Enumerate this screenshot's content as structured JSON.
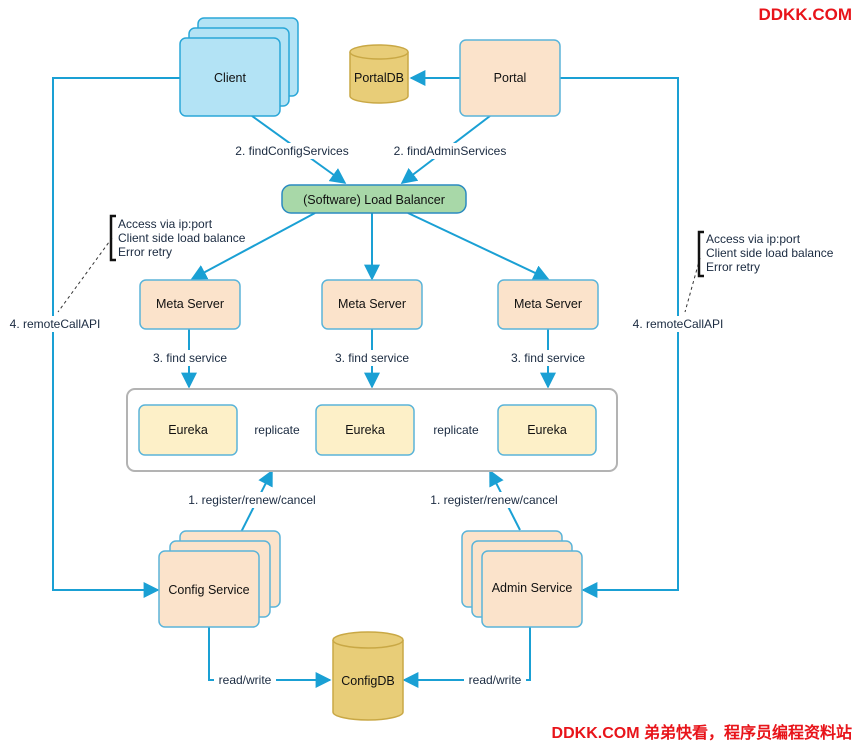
{
  "watermark_top": "DDKK.COM",
  "watermark_bottom": "DDKK.COM 弟弟快看，程序员编程资料站",
  "nodes": {
    "client": "Client",
    "portal": "Portal",
    "portal_db": "PortalDB",
    "load_balancer": "(Software) Load Balancer",
    "meta_server": "Meta Server",
    "eureka": "Eureka",
    "config_service": "Config Service",
    "admin_service": "Admin Service",
    "config_db": "ConfigDB"
  },
  "edges": {
    "find_config_services": "2. findConfigServices",
    "find_admin_services": "2. findAdminServices",
    "find_service": "3. find service",
    "replicate": "replicate",
    "register": "1. register/renew/cancel",
    "read_write": "read/write",
    "remote_call": "4. remoteCallAPI"
  },
  "notes": {
    "access_lines": [
      "Access via ip:port",
      "Client side load balance",
      "Error retry"
    ]
  },
  "colors": {
    "arrow": "#1aa0d4",
    "client_fill": "#b3e3f5",
    "client_stroke": "#2aa7d8",
    "orange_fill": "#fbe3cb",
    "orange_stroke": "#5bb4d9",
    "eureka_fill": "#fdf0c8",
    "lb_fill": "#a8d8a8",
    "lb_stroke": "#2a8ac0",
    "db_fill": "#e8cd78",
    "db_stroke": "#c9a845",
    "watermark": "#e8141a"
  }
}
